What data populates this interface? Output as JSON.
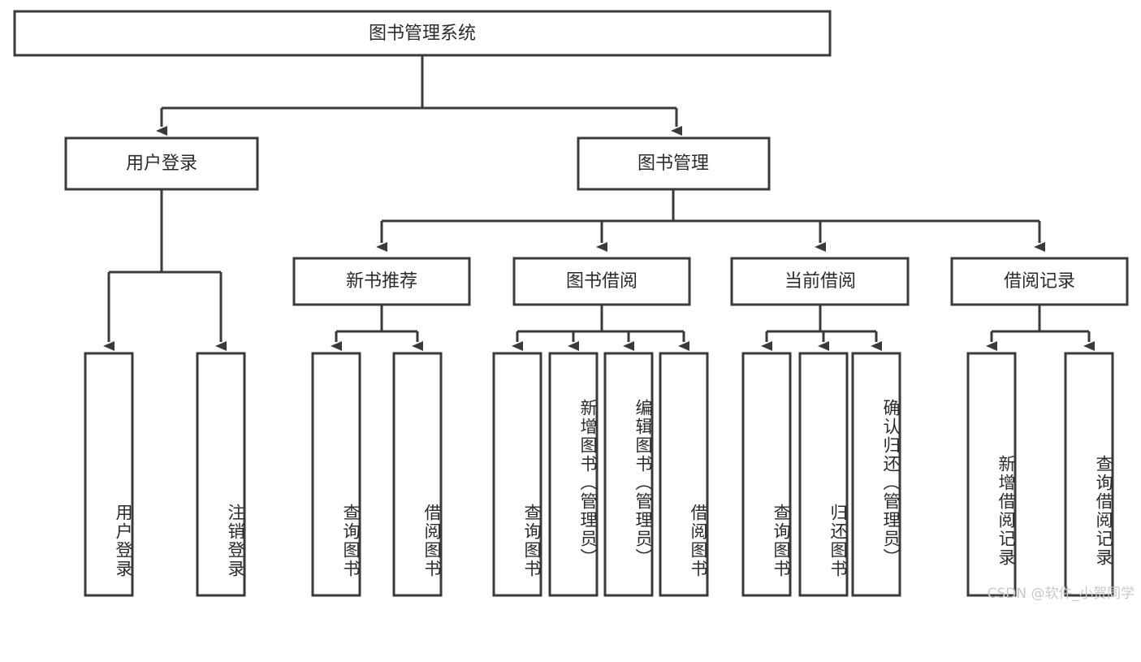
{
  "diagram": {
    "type": "tree",
    "orientation": "top-down",
    "root": {
      "id": "root",
      "label": "图书管理系统"
    },
    "level2": [
      {
        "id": "user-login",
        "label": "用户登录"
      },
      {
        "id": "book-manage",
        "label": "图书管理"
      }
    ],
    "level3": [
      {
        "id": "new-book-rec",
        "label": "新书推荐",
        "parent": "book-manage"
      },
      {
        "id": "book-borrow",
        "label": "图书借阅",
        "parent": "book-manage"
      },
      {
        "id": "current-borrow",
        "label": "当前借阅",
        "parent": "book-manage"
      },
      {
        "id": "borrow-record",
        "label": "借阅记录",
        "parent": "book-manage"
      }
    ],
    "leaves": [
      {
        "id": "leaf-user-login",
        "label": "用户登录",
        "parent": "user-login"
      },
      {
        "id": "leaf-user-logout",
        "label": "注销登录",
        "parent": "user-login"
      },
      {
        "id": "leaf-query-book-1",
        "label": "查询图书",
        "parent": "new-book-rec"
      },
      {
        "id": "leaf-borrow-book-1",
        "label": "借阅图书",
        "parent": "new-book-rec"
      },
      {
        "id": "leaf-query-book-2",
        "label": "查询图书",
        "parent": "book-borrow"
      },
      {
        "id": "leaf-add-book",
        "label": "新增图书（管理员）",
        "parent": "book-borrow"
      },
      {
        "id": "leaf-edit-book",
        "label": "编辑图书（管理员）",
        "parent": "book-borrow"
      },
      {
        "id": "leaf-borrow-book-2",
        "label": "借阅图书",
        "parent": "book-borrow"
      },
      {
        "id": "leaf-query-book-3",
        "label": "查询图书",
        "parent": "current-borrow"
      },
      {
        "id": "leaf-return-book",
        "label": "归还图书",
        "parent": "current-borrow"
      },
      {
        "id": "leaf-confirm-return",
        "label": "确认归还（管理员）",
        "parent": "current-borrow"
      },
      {
        "id": "leaf-add-record",
        "label": "新增借阅记录",
        "parent": "borrow-record"
      },
      {
        "id": "leaf-query-record",
        "label": "查询借阅记录",
        "parent": "borrow-record"
      }
    ],
    "colors": {
      "stroke": "#3a3a3a",
      "fill": "#ffffff",
      "text": "#2b2b2b",
      "watermark": "#c9c9c9",
      "background": "#ffffff"
    }
  },
  "watermark": {
    "text": "CSDN @软件_小贺同学"
  }
}
